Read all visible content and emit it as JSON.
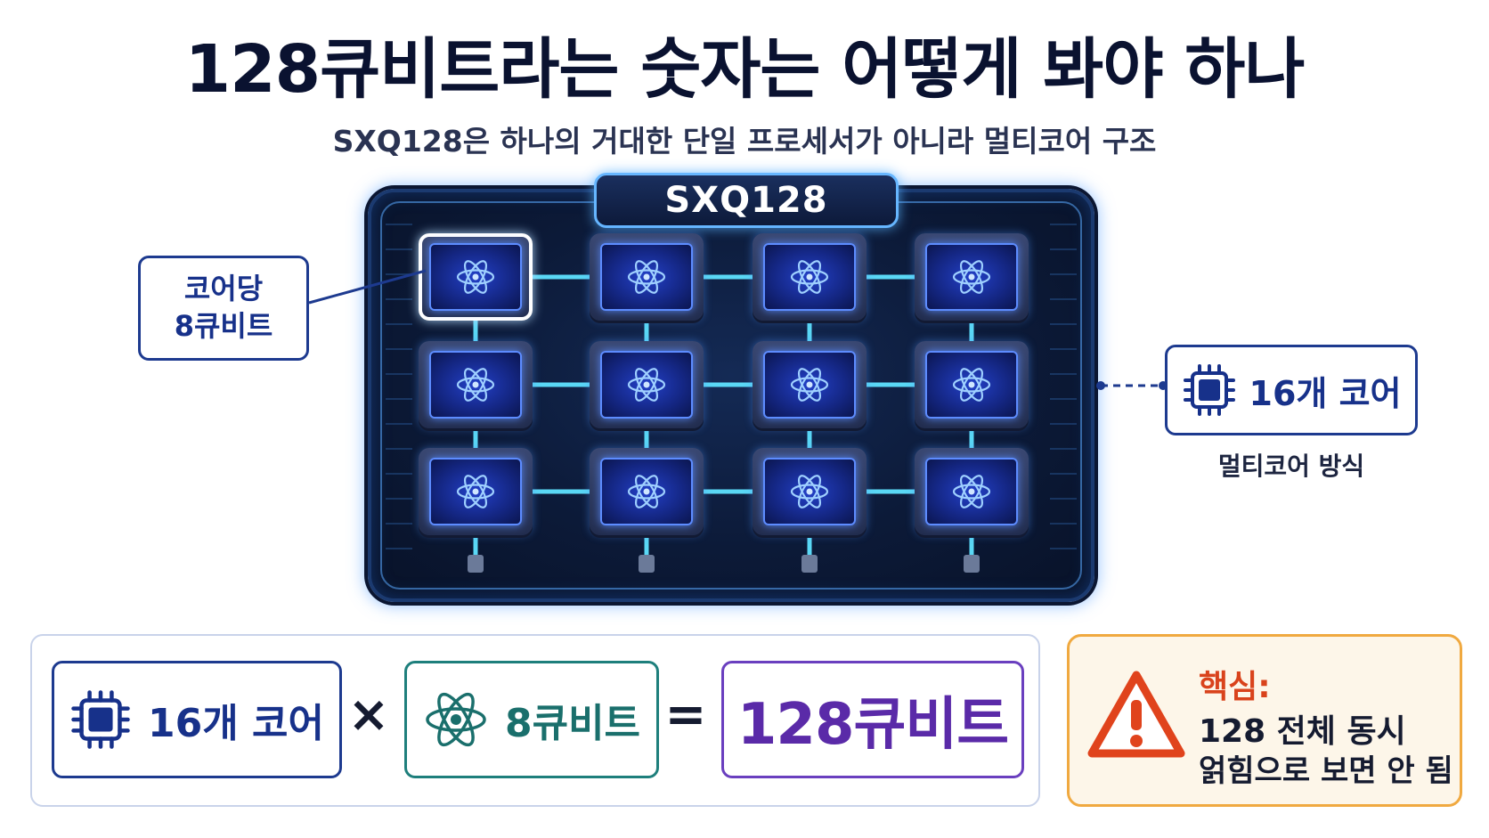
{
  "title": "128큐비트라는 숫자는 어떻게 봐야 하나",
  "subtitle": "SXQ128은 하나의 거대한 단일 프로세서가 아니라 멀티코어 구조",
  "processor": {
    "name": "SXQ128",
    "rows": 3,
    "cols": 4,
    "core_icon": "atom-icon",
    "selected_core": {
      "row": 1,
      "col": 1
    }
  },
  "callouts": {
    "per_core_line1": "코어당",
    "per_core_line2": "8큐비트",
    "core_count": "16개 코어",
    "core_count_icon": "chip-icon",
    "multicore_note": "멀티코어 방식"
  },
  "equation": {
    "cores": "16개 코어",
    "times": "×",
    "qubits": "8큐비트",
    "equals": "=",
    "total": "128큐비트"
  },
  "key_note": {
    "icon": "warning-icon",
    "heading": "핵심:",
    "line1": "128 전체 동시",
    "line2": "얽힘으로 보면 안 됨"
  },
  "colors": {
    "board_bg": "#0c1a38",
    "core_glow": "#2340c8",
    "link": "#5ad8f5",
    "navy": "#17318a",
    "teal": "#1a6f6c",
    "purple": "#5a2aa8",
    "warning_red": "#d9431c",
    "warning_orange": "#f0a940"
  }
}
